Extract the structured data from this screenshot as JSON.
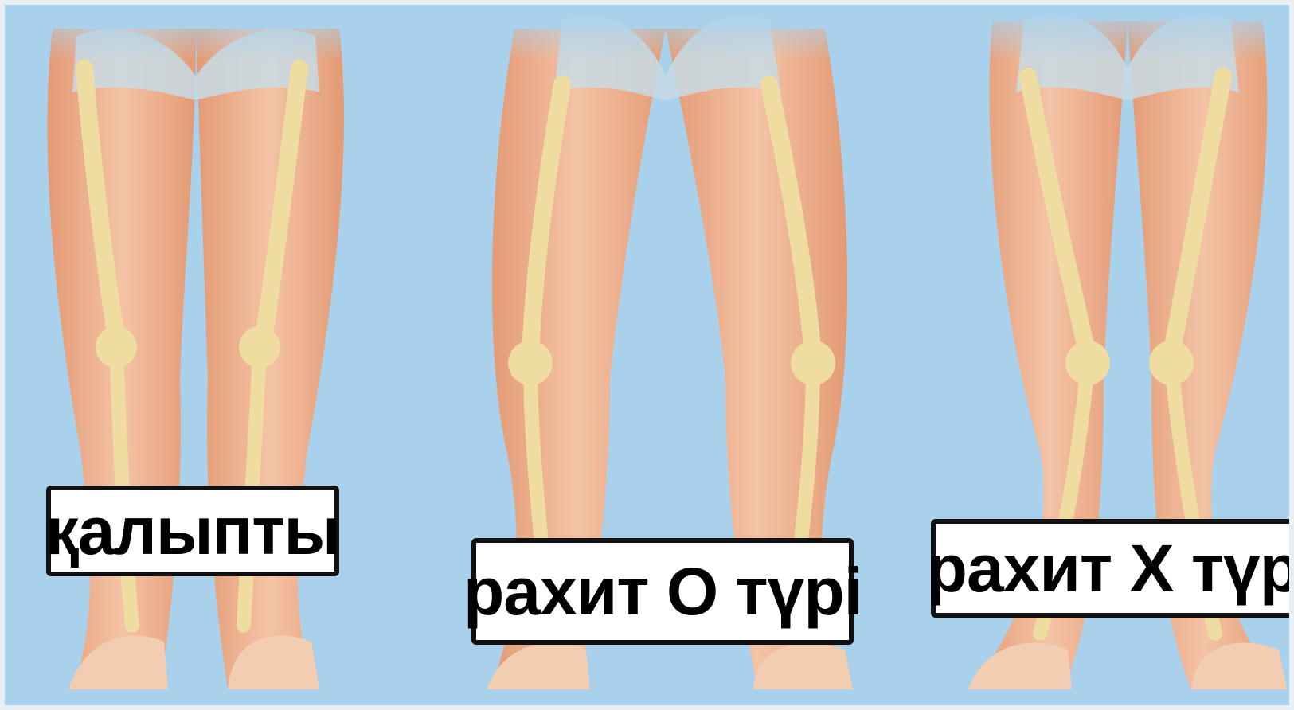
{
  "labels": {
    "normal": "қалыпты",
    "rickets_o": "рахит О түрі",
    "rickets_x": "рахит Х түрі"
  },
  "colors": {
    "background": "#a9d1ec",
    "skin": "#e8a27e",
    "bone": "#efdca0",
    "pelvis": "#c7dbe4",
    "label_border": "#111111"
  }
}
